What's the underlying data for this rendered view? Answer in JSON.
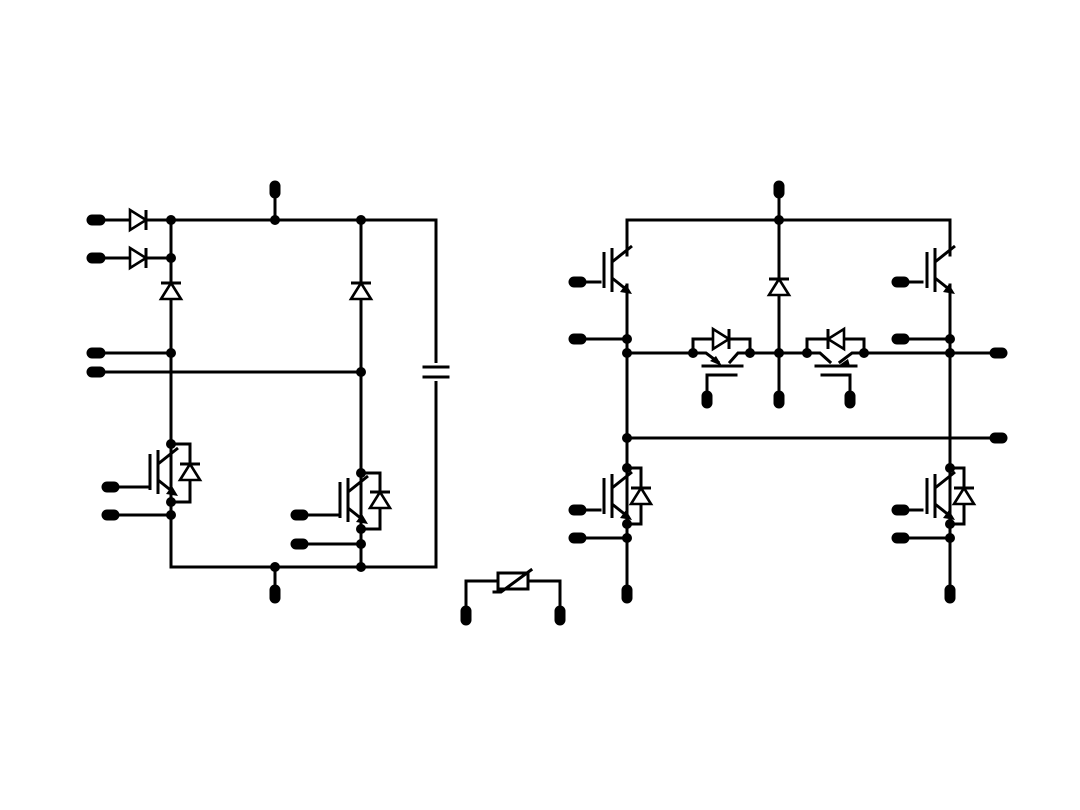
{
  "diagram": {
    "description": "",
    "colors": {
      "line": "#000000",
      "background": "#ffffff"
    },
    "components": [
      {
        "kind": "diode",
        "group": "left-bridge",
        "count": 4
      },
      {
        "kind": "igbt-with-antiparallel-diode",
        "group": "left-bridge",
        "count": 2
      },
      {
        "kind": "capacitor",
        "group": "left-bridge",
        "count": 1
      },
      {
        "kind": "igbt",
        "group": "right-bridge",
        "count": 2
      },
      {
        "kind": "igbt-with-antiparallel-diode",
        "group": "right-bridge",
        "count": 2
      },
      {
        "kind": "bidirectional-switch-cell",
        "group": "right-bridge",
        "count": 2
      },
      {
        "kind": "diode",
        "group": "right-bridge",
        "count": 1
      },
      {
        "kind": "thermistor-ntc",
        "group": "center",
        "count": 1
      }
    ]
  }
}
